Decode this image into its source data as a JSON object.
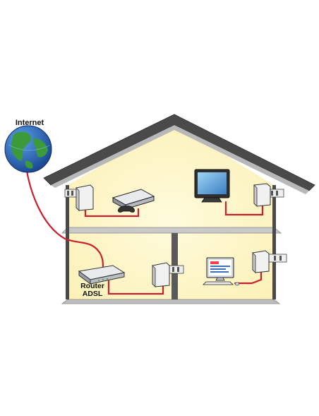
{
  "labels": {
    "internet": "Internet",
    "router_line1": "Router",
    "router_line2": "ADSL"
  },
  "colors": {
    "cable": "#c8202f",
    "wall": "#fdf6c8",
    "wall_glow": "#fff8c9",
    "floor": "#c9c9c9",
    "roof": "#4a4a4a",
    "ocean": "#1f5fb0",
    "land": "#3c9a3a",
    "plug": "#f1f1f1",
    "device_gray": "#a8acb3"
  },
  "icons": [
    "globe-icon",
    "router-icon",
    "powerline-adapter-icon",
    "game-console-icon",
    "tv-icon",
    "desktop-computer-icon",
    "wall-outlet-icon"
  ]
}
